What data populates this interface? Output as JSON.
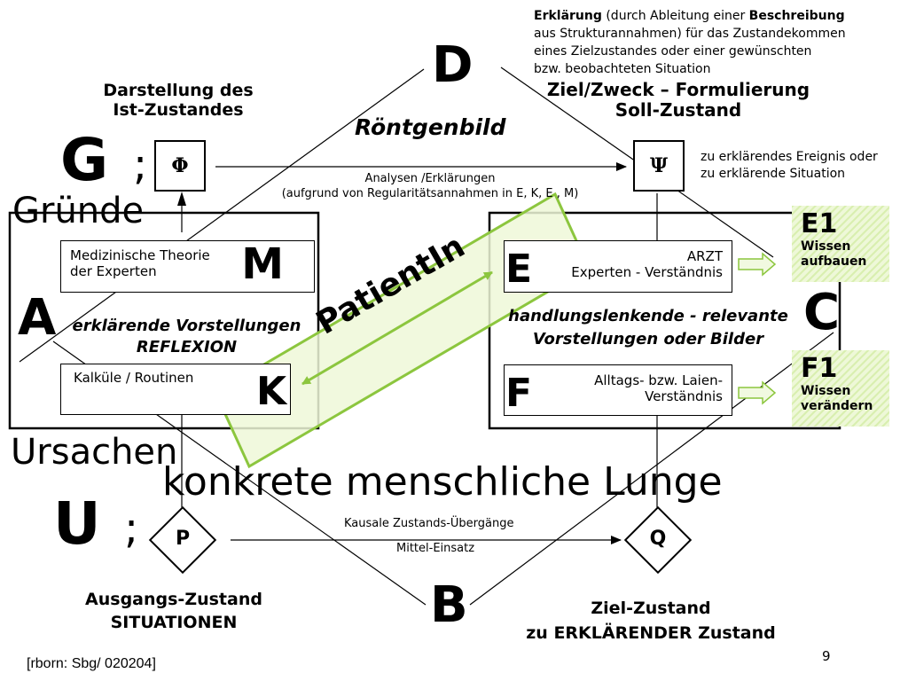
{
  "explanation": {
    "bold1": "Erklärung",
    "text1": " (durch Ableitung einer ",
    "bold2": "Beschreibung",
    "line2": "aus Strukturannahmen) für das Zustandekommen",
    "line3": "eines Zielzustandes oder einer gewünschten",
    "line4": "bzw. beobachteten Situation"
  },
  "corners": {
    "D": "D",
    "B": "B",
    "A": "A",
    "C": "C"
  },
  "left_top": {
    "title_line1": "Darstellung  des",
    "title_line2": "Ist-Zustandes",
    "G": "G",
    "semicolon": ";",
    "gruende": "Gründe",
    "phi": "Φ"
  },
  "right_top": {
    "title_line1": "Ziel/Zweck – Formulierung",
    "title_line2": "Soll-Zustand",
    "psi": "Ψ",
    "note_line1": "zu erklärendes  Ereignis oder",
    "note_line2": "zu erklärende Situation"
  },
  "center_top": {
    "roentgen": "Röntgenbild",
    "analysis_line1": "Analysen /Erklärungen",
    "analysis_line2": "(aufgrund  von Regularitätsannahmen in E, K, E , M)"
  },
  "left_box": {
    "m_line1": "Medizinische Theorie",
    "m_line2": "der Experten",
    "M": "M",
    "reflex_line1": "erklärende  Vorstellungen",
    "reflex_line2": "REFLEXION",
    "k_text": "Kalküle / Routinen",
    "K": "K"
  },
  "right_box": {
    "E": "E",
    "e_line1": "ARZT",
    "e_line2": "Experten - Verständnis",
    "action_line1": "handlungslenkende  - relevante",
    "action_line2": "Vorstellungen oder Bilder",
    "F": "F",
    "f_line1": "Alltags- bzw. Laien-",
    "f_line2": "Verständnis"
  },
  "knowledge": {
    "e1_head": "E1",
    "e1_line1": "Wissen",
    "e1_line2": "aufbauen",
    "f1_head": "F1",
    "f1_line1": "Wissen",
    "f1_line2": "verändern"
  },
  "patient": {
    "label": "PatientIn"
  },
  "bottom": {
    "ursachen": "Ursachen",
    "lunge": "konkrete menschliche Lunge",
    "U": "U",
    "semicolon": ";",
    "P": "P",
    "Q": "Q",
    "kausal": "Kausale Zustands-Übergänge",
    "mittel": "Mittel-Einsatz",
    "start_line1": "Ausgangs-Zustand",
    "start_line2": "SITUATIONEN",
    "goal_line1": "Ziel-Zustand",
    "goal_line2": "zu ERKLÄRENDER Zustand"
  },
  "footer": {
    "source": "[rborn: Sbg/ 020204]",
    "page": "9"
  },
  "colors": {
    "accent_green": "#8cc63e",
    "box_fill": "#eef8d8",
    "line": "#000000"
  }
}
